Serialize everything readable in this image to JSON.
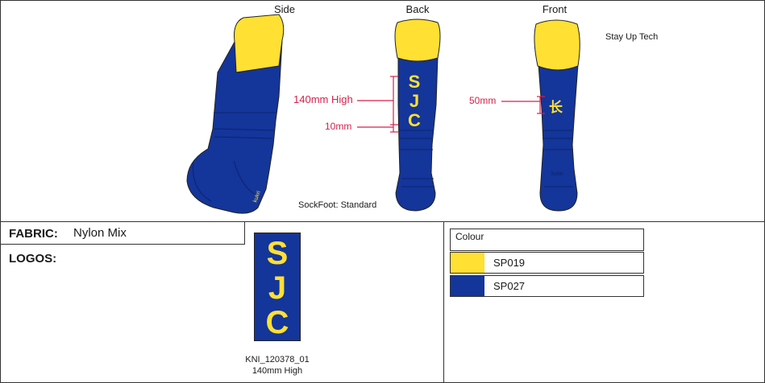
{
  "views": {
    "side": "Side",
    "back": "Back",
    "front": "Front"
  },
  "annotations": {
    "stay_up": "Stay Up Tech",
    "sockfoot": "SockFoot: Standard",
    "back_height": "140mm High",
    "back_gap": "10mm",
    "front_logo": "50mm"
  },
  "sock_text": {
    "back_letters": [
      "S",
      "J",
      "C"
    ],
    "front_mark": "长",
    "side_brand": "kukri",
    "front_brand": "kukri"
  },
  "specs": {
    "fabric_label": "FABRIC:",
    "fabric_value": "Nylon Mix",
    "logos_label": "LOGOS:"
  },
  "logo": {
    "letters": [
      "S",
      "J",
      "C"
    ],
    "code": "KNI_120378_01",
    "size": "140mm High"
  },
  "colours": {
    "header": "Colour",
    "items": [
      {
        "hex": "#ffe033",
        "code": "SP019"
      },
      {
        "hex": "#14359a",
        "code": "SP027"
      }
    ]
  },
  "palette": {
    "navy": "#14359a",
    "yellow": "#ffe033",
    "dim": "#d6204a"
  }
}
